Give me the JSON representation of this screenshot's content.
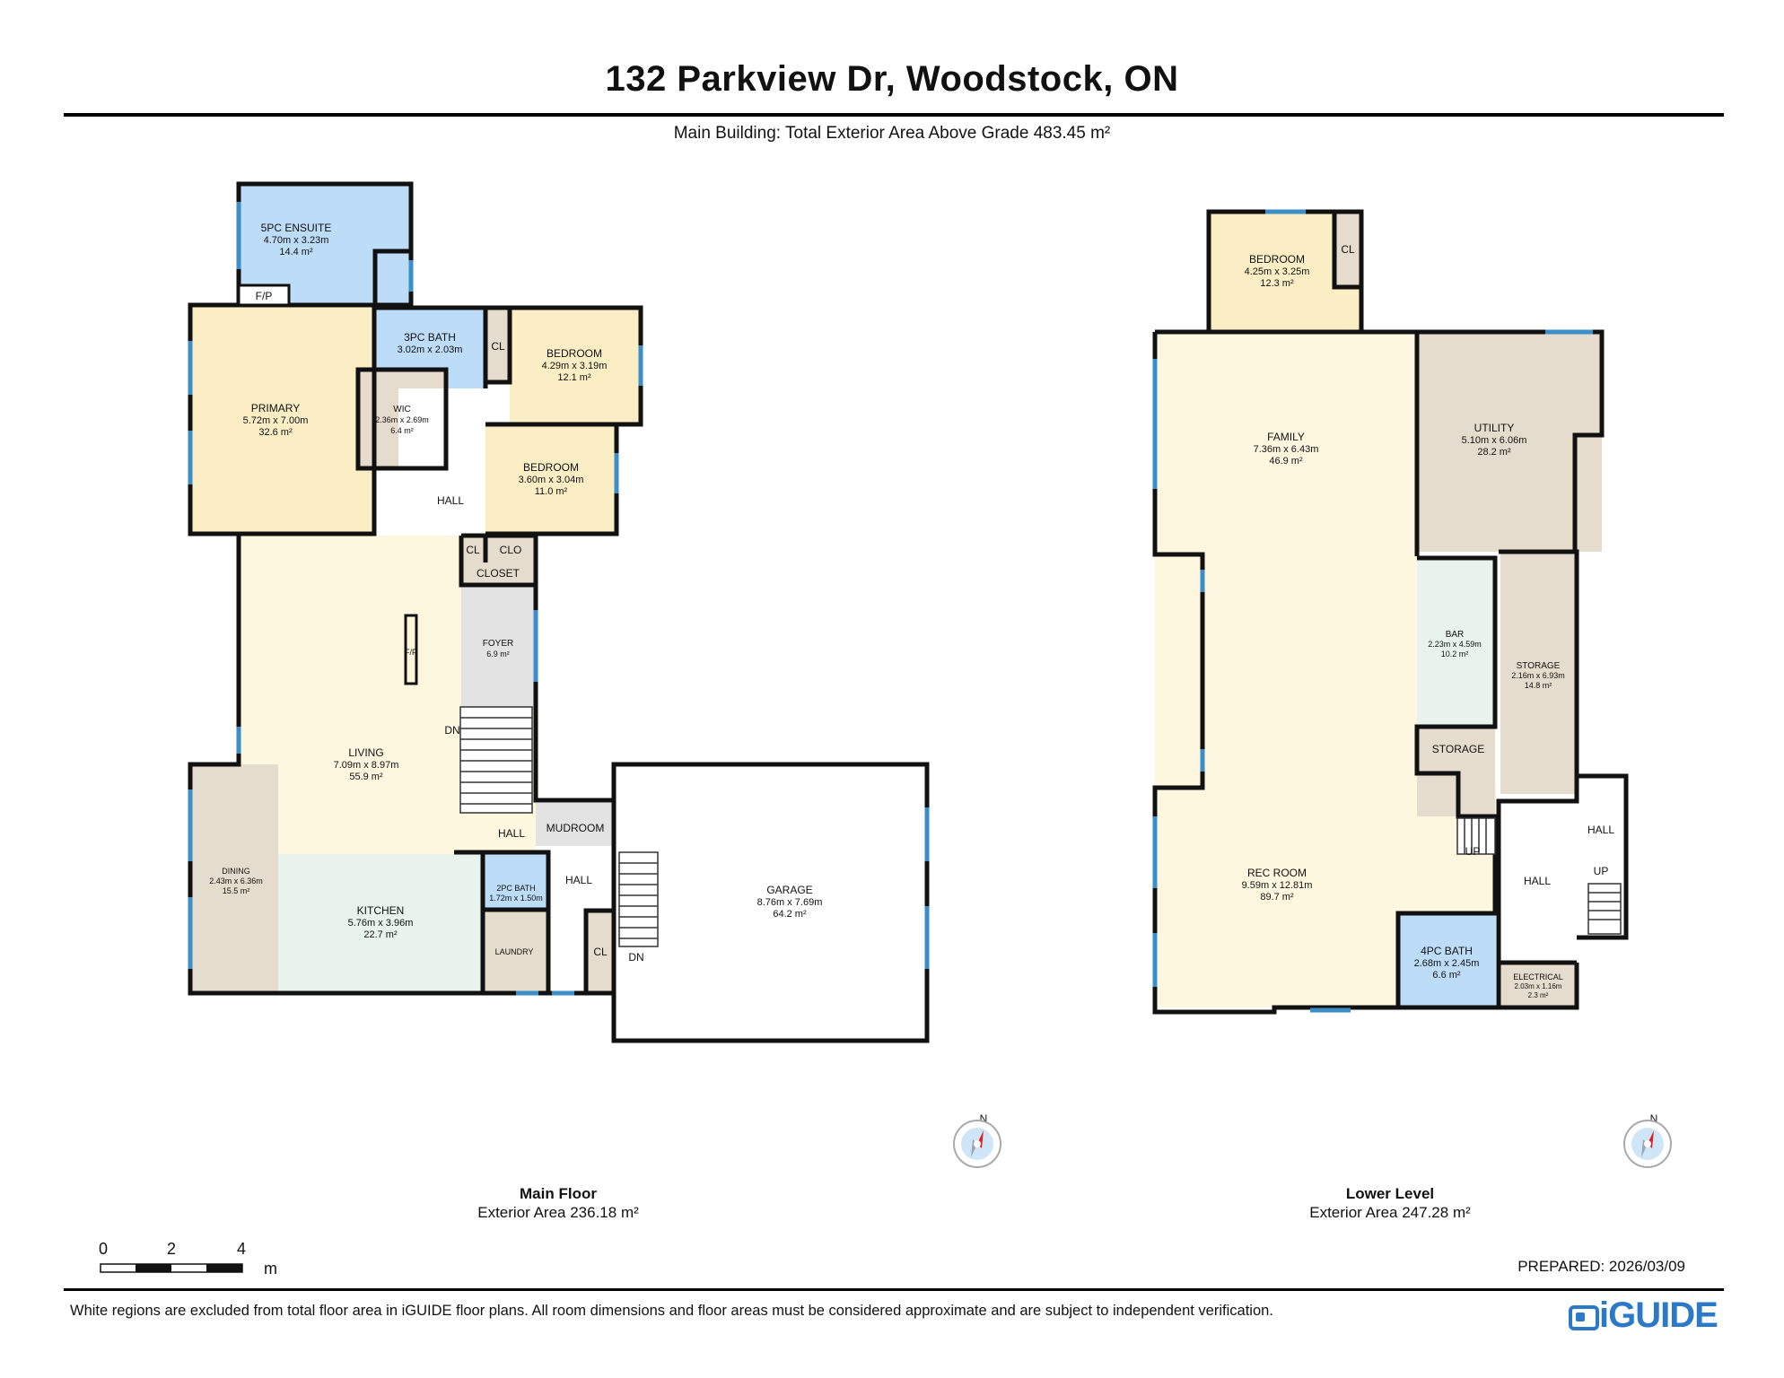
{
  "header": {
    "title": "132 Parkview Dr, Woodstock, ON",
    "subtitle": "Main Building: Total Exterior Area Above Grade 483.45 m²"
  },
  "colors": {
    "bedroom": "#fbeec4",
    "bath": "#bcdcf8",
    "living": "#fdf7df",
    "kitchen": "#e7f3ec",
    "closet": "#e6dccd",
    "hall": "#e3e3e3",
    "garage": "#ffffff",
    "wall": "#111111",
    "window": "#3b8ec8",
    "compass_red": "#e21d1d",
    "logo": "#2c79c7"
  },
  "main_floor": {
    "caption_name": "Main Floor",
    "caption_area": "Exterior Area 236.18 m²",
    "compass_label": "N",
    "rooms": {
      "ensuite": {
        "name": "5PC ENSUITE",
        "dims": "4.70m x 3.23m",
        "area": "14.4 m²"
      },
      "fp_top": {
        "name": "F/P"
      },
      "bath3": {
        "name": "3PC BATH",
        "dims": "3.02m x 2.03m"
      },
      "cl1": {
        "name": "CL"
      },
      "bedroom1": {
        "name": "BEDROOM",
        "dims": "4.29m x 3.19m",
        "area": "12.1 m²"
      },
      "primary": {
        "name": "PRIMARY",
        "dims": "5.72m x 7.00m",
        "area": "32.6 m²"
      },
      "wic": {
        "name": "WIC",
        "dims": "2.36m x 2.69m",
        "area": "6.4 m²"
      },
      "bedroom2": {
        "name": "BEDROOM",
        "dims": "3.60m x 3.04m",
        "area": "11.0 m²"
      },
      "hall1": {
        "name": "HALL"
      },
      "cl2": {
        "name": "CL"
      },
      "clo": {
        "name": "CLO"
      },
      "closet": {
        "name": "CLOSET"
      },
      "foyer": {
        "name": "FOYER",
        "area": "6.9 m²"
      },
      "fp_living": {
        "name": "F/P"
      },
      "dn1": {
        "name": "DN"
      },
      "living": {
        "name": "LIVING",
        "dims": "7.09m x 8.97m",
        "area": "55.9 m²"
      },
      "hall2": {
        "name": "HALL"
      },
      "mudroom": {
        "name": "MUDROOM"
      },
      "dining": {
        "name": "DINING",
        "dims": "2.43m x 6.36m",
        "area": "15.5 m²"
      },
      "kitchen": {
        "name": "KITCHEN",
        "dims": "5.76m x 3.96m",
        "area": "22.7 m²"
      },
      "bath2": {
        "name": "2PC BATH",
        "dims": "1.72m x 1.50m"
      },
      "hall3": {
        "name": "HALL"
      },
      "laundry": {
        "name": "LAUNDRY"
      },
      "cl3": {
        "name": "CL"
      },
      "dn2": {
        "name": "DN"
      },
      "garage": {
        "name": "GARAGE",
        "dims": "8.76m x 7.69m",
        "area": "64.2 m²"
      }
    }
  },
  "lower_level": {
    "caption_name": "Lower Level",
    "caption_area": "Exterior Area 247.28 m²",
    "compass_label": "N",
    "rooms": {
      "bedroom": {
        "name": "BEDROOM",
        "dims": "4.25m x 3.25m",
        "area": "12.3 m²"
      },
      "cl": {
        "name": "CL"
      },
      "family": {
        "name": "FAMILY",
        "dims": "7.36m x 6.43m",
        "area": "46.9 m²"
      },
      "utility": {
        "name": "UTILITY",
        "dims": "5.10m x 6.06m",
        "area": "28.2 m²"
      },
      "bar": {
        "name": "BAR",
        "dims": "2.23m x 4.59m",
        "area": "10.2 m²"
      },
      "storage1": {
        "name": "STORAGE",
        "dims": "2.16m x 6.93m",
        "area": "14.8 m²"
      },
      "storage2": {
        "name": "STORAGE"
      },
      "up1": {
        "name": "UP"
      },
      "hall_right": {
        "name": "HALL"
      },
      "up2": {
        "name": "UP"
      },
      "hall_mid": {
        "name": "HALL"
      },
      "rec": {
        "name": "REC ROOM",
        "dims": "9.59m x 12.81m",
        "area": "89.7 m²"
      },
      "bath4": {
        "name": "4PC BATH",
        "dims": "2.68m x 2.45m",
        "area": "6.6 m²"
      },
      "electrical": {
        "name": "ELECTRICAL",
        "dims": "2.03m x 1.16m",
        "area": "2.3 m²"
      }
    }
  },
  "scale": {
    "t0": "0",
    "t2": "2",
    "t4": "4",
    "unit": "m"
  },
  "prepared": "PREPARED: 2026/03/09",
  "disclaimer": "White regions are excluded from total floor area in iGUIDE floor plans. All room dimensions and floor areas must be considered approximate and are subject to independent verification.",
  "logo_text": "iGUIDE"
}
